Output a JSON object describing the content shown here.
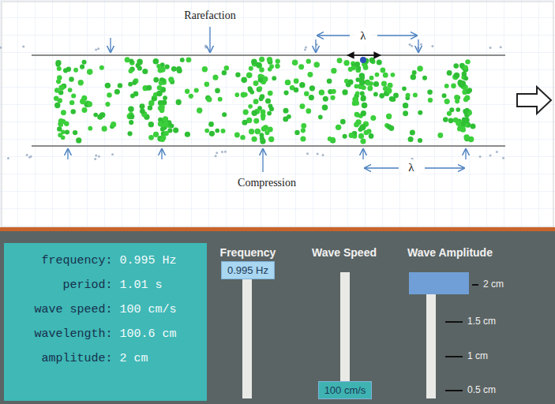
{
  "diagram": {
    "nodes": [
      {
        "text": [
          "frequency:",
          "0.995 Hz",
          "period:",
          "1.01 s",
          "wave speed:",
          "100 cm/s",
          "wavelength:",
          "100.6 cm",
          "amplitude:",
          "2 cm"
        ]
      },
      {
        "text": [
          "0.995 Hz"
        ]
      },
      {
        "text": [
          "100 cm/s"
        ]
      }
    ],
    "labels": [
      "Rarefaction",
      "λ",
      "λ",
      "Compression",
      "Frequency",
      "Wave Speed",
      "Wave Amplitude",
      "2 cm",
      "1.5 cm",
      "1 cm",
      "0.5 cm"
    ]
  }
}
